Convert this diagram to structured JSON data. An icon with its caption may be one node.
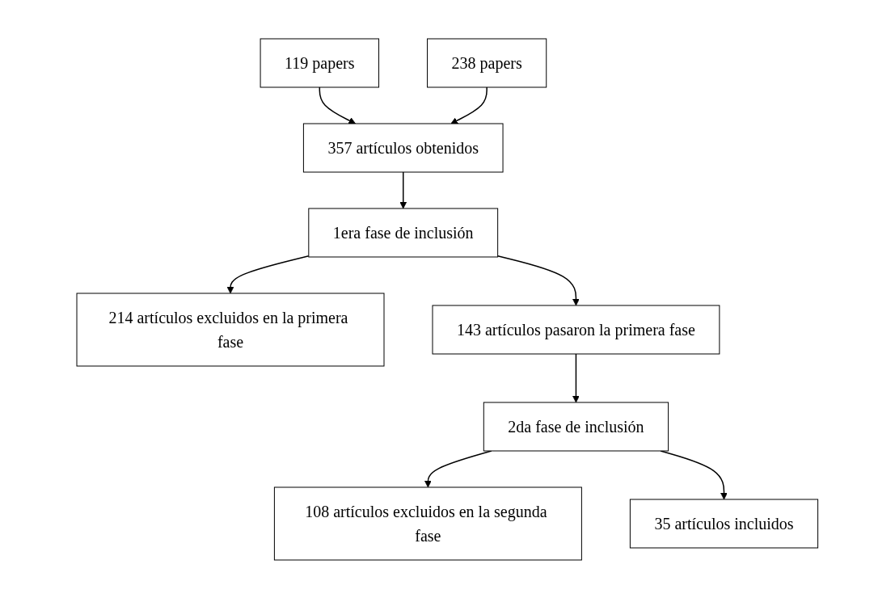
{
  "diagram": {
    "nodes": [
      {
        "text": [
          "119 papers"
        ]
      },
      {
        "text": [
          "238 papers"
        ]
      },
      {
        "text": [
          "357 artículos obtenidos"
        ]
      },
      {
        "text": [
          "1era fase de inclusión"
        ]
      },
      {
        "text": [
          "214 artículos excluidos en la primera fase"
        ]
      },
      {
        "text": [
          "143 artículos pasaron la primera fase"
        ]
      },
      {
        "text": [
          "2da fase de inclusión"
        ]
      },
      {
        "text": [
          "108 artículos excluidos en la segunda fase"
        ]
      },
      {
        "text": [
          "35 artículos incluidos"
        ]
      }
    ],
    "edges": [
      {
        "from": 0,
        "to": 2,
        "arrow": "to"
      },
      {
        "from": 1,
        "to": 2,
        "arrow": "to"
      },
      {
        "from": 2,
        "to": 3,
        "arrow": "to"
      },
      {
        "from": 3,
        "to": 4,
        "arrow": "to"
      },
      {
        "from": 3,
        "to": 5,
        "arrow": "to"
      },
      {
        "from": 5,
        "to": 6,
        "arrow": "to"
      },
      {
        "from": 6,
        "to": 7,
        "arrow": "to"
      },
      {
        "from": 6,
        "to": 8,
        "arrow": "to"
      }
    ]
  }
}
